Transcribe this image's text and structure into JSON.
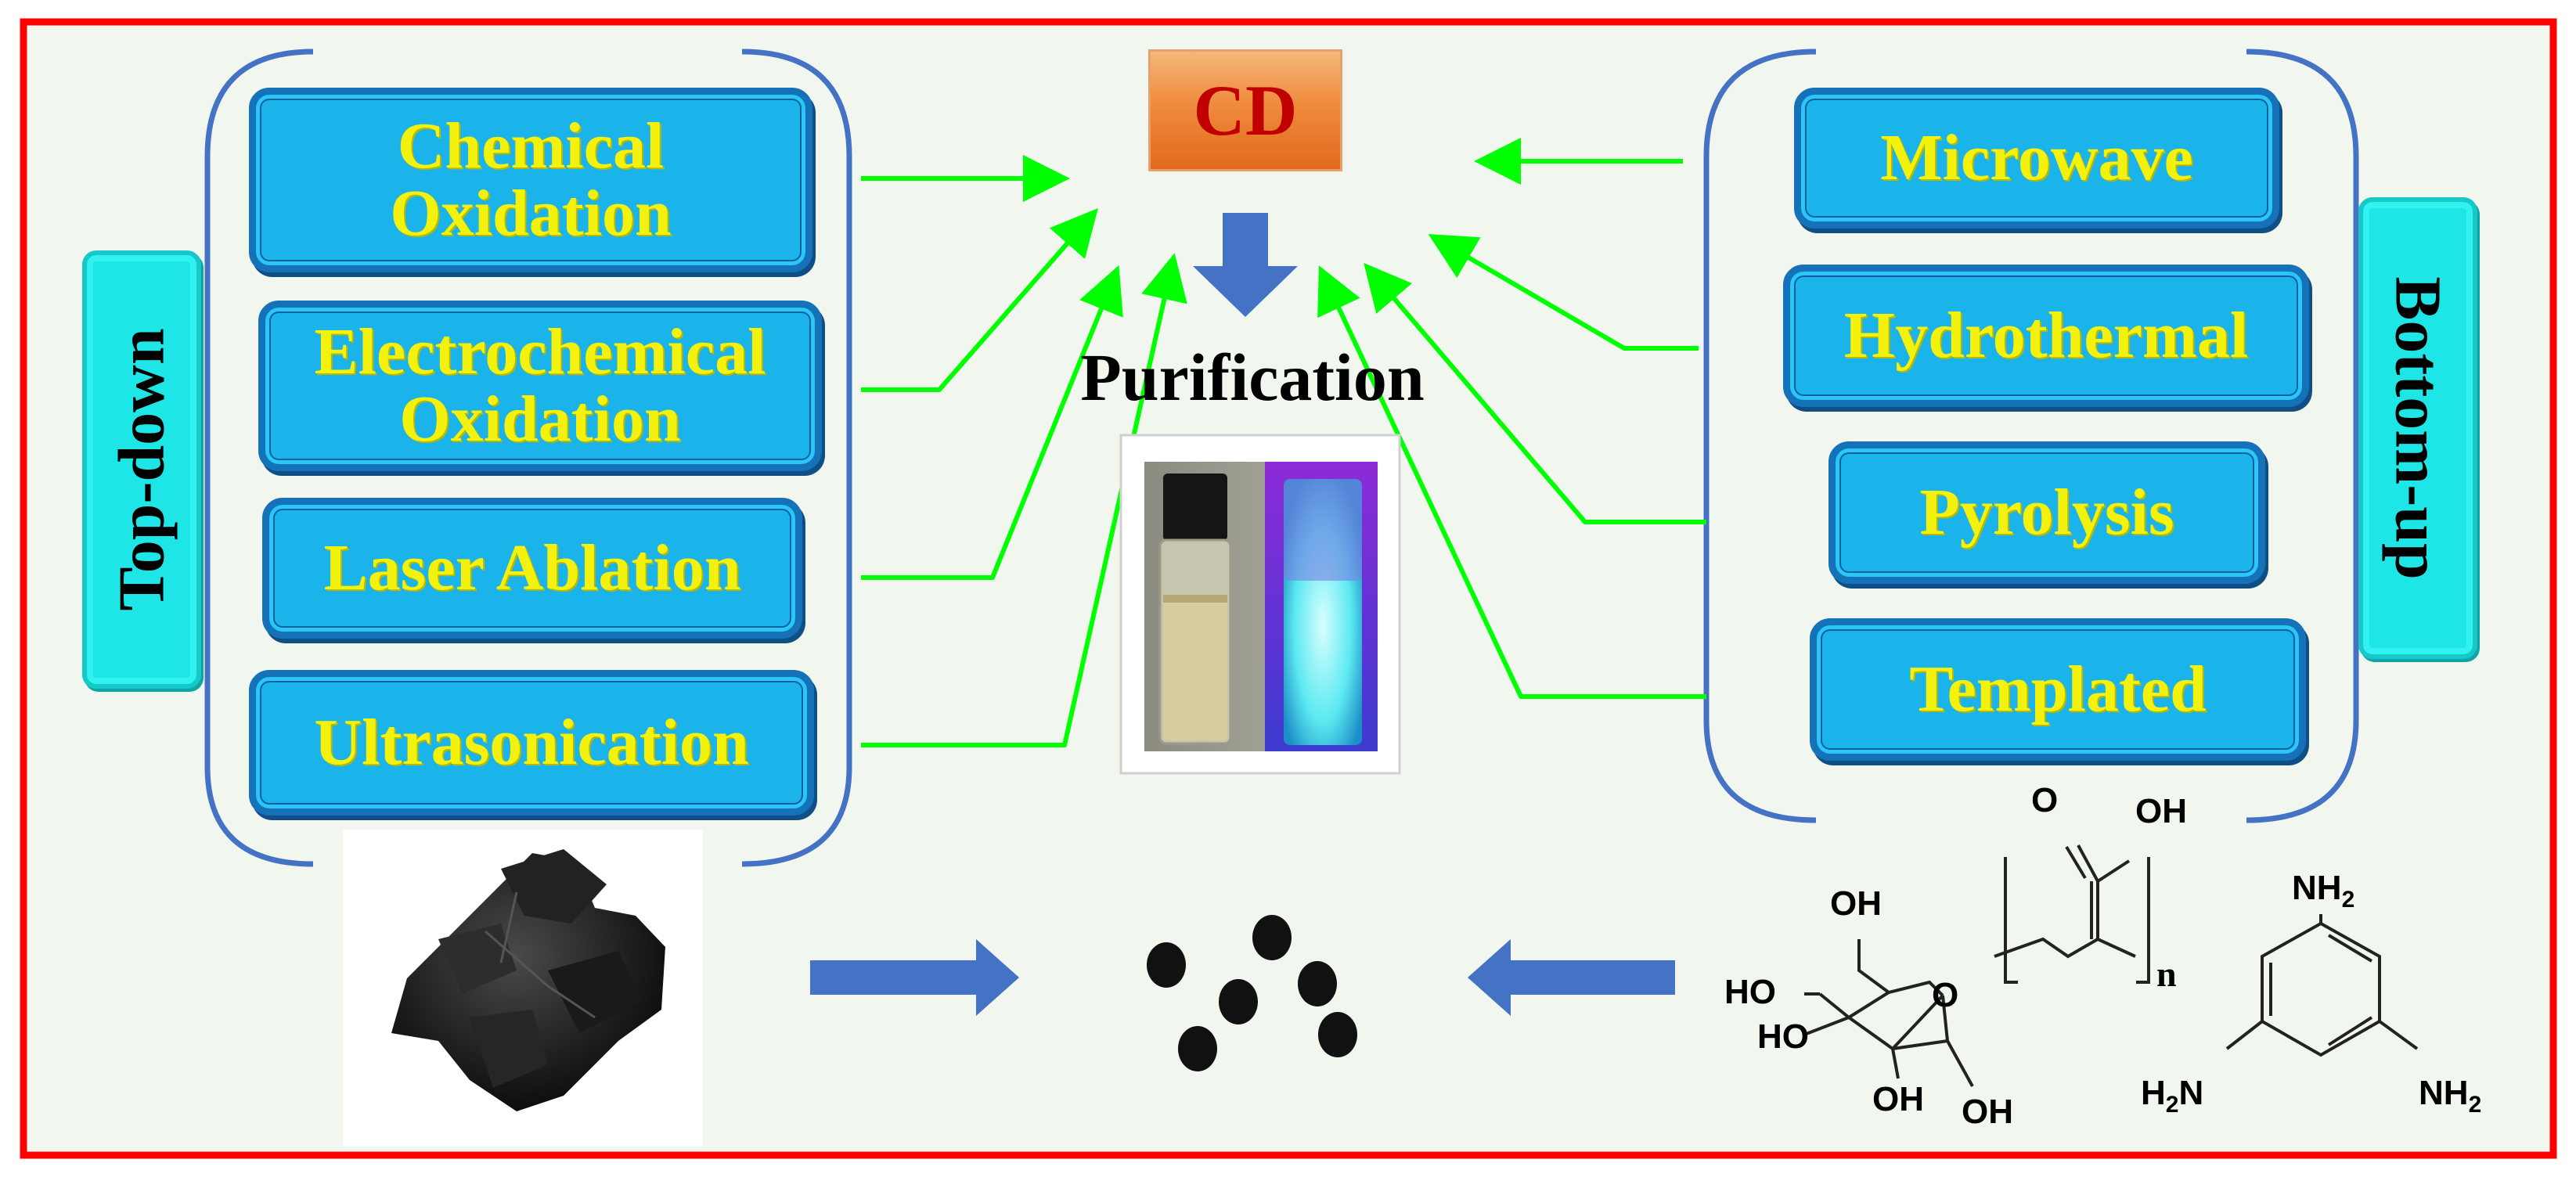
{
  "center": {
    "product_label": "CD",
    "step_label": "Purification"
  },
  "top_down": {
    "label": "Top-down",
    "methods": [
      {
        "line1": "Chemical",
        "line2": "Oxidation"
      },
      {
        "line1": "Electrochemical",
        "line2": "Oxidation"
      },
      {
        "line1": "Laser Ablation",
        "line2": ""
      },
      {
        "line1": "Ultrasonication",
        "line2": ""
      }
    ]
  },
  "bottom_up": {
    "label": "Bottom-up",
    "methods": [
      "Microwave",
      "Hydrothermal",
      "Pyrolysis",
      "Templated"
    ]
  },
  "molecules": {
    "acrylic": {
      "o": "O",
      "oh": "OH",
      "n": "n"
    },
    "sugar": {
      "oh_top": "OH",
      "ho1": "HO",
      "ho2": "HO",
      "o_ring": "O",
      "oh_bottom1": "OH",
      "oh_bottom2": "OH"
    },
    "triamine": {
      "nh2": "NH",
      "sub": "2",
      "h2n": "H",
      "h2n_sub": "2",
      "h2n_n": "N"
    }
  },
  "colors": {
    "frame": "#ff0000",
    "background": "#f1f6ef",
    "bracket": "#4472c4",
    "arrow_green": "#00ff00",
    "arrow_blue": "#4472c4",
    "method_fill": "#1ab3ea",
    "method_text": "#f2f20e",
    "side_label_fill": "#1fe6e6"
  }
}
